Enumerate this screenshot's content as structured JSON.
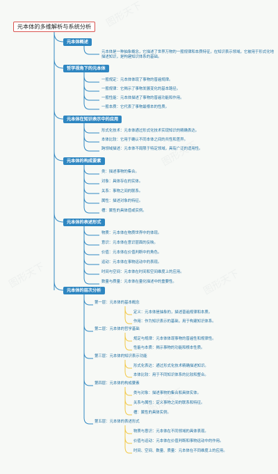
{
  "title": "元本体的多维解析与系统分析",
  "watermark": "图形天下",
  "colors": {
    "line": "#2e86c1",
    "sub_line": "#f2c744",
    "title_border": "#d9534f",
    "text": "#2472a4"
  },
  "sections": [
    {
      "label": "元本体概述",
      "items": [
        "元本体是一种抽象概念，它描述了世界万物的一般规律和本质特征，在知识表示领域，它被用于形式化地描述知识，是构建知识体系的基础。"
      ]
    },
    {
      "label": "哲学视角下的元本体",
      "items": [
        "一般规定：元本体体现了事物的普遍规律。",
        "一般规律：它揭示了事物发展变化的基本路径。",
        "一般性能：元本体描述了事物的普遍功能和作用。",
        "一般本质：它代表了事物最根本的性质。"
      ]
    },
    {
      "label": "元本体在知识表示中的应用",
      "items": [
        "形式化技术：元本体通过形式化技术实现知识的精确表达。",
        "本体比较：它用于确认不同本体之间的共性和差异。",
        "跨领域描述：元本体不局限于特定领域，具有广泛的适用性。"
      ]
    },
    {
      "label": "元本体的构成要素",
      "items": [
        "类：描述事物的集合。",
        "对象：具体存在的实体。",
        "关系：事物之间的联系。",
        "属性：描述对象的特征。",
        "槽：属性的具体值或实例。"
      ]
    },
    {
      "label": "元本体的表述形式",
      "items": [
        "物质：元本体在物质世界中的体现。",
        "意识：元本体在意识层面的反映。",
        "价值：元本体在价值判断中的角色。",
        "运动：元本体在事物运动中的表现。",
        "时间与空间：元本体在时间和空间维度上的应用。",
        "数量与质量：元本体在量化描述中的重要性。"
      ]
    },
    {
      "label": "元本体的层次分析",
      "subs": [
        {
          "label": "第一层：元本体的基本概念",
          "items": [
            "定义：元本体是抽象的，描述普遍规律和本质。",
            "作用：作为知识表示的基础，用于构建知识体系。"
          ]
        },
        {
          "label": "第二层：元本体的哲学基础",
          "items": [
            "规定与规律：元本体体现事物的普遍性和规律性。",
            "性能与本质：揭示事物的功能和根本性质。"
          ]
        },
        {
          "label": "第三层：元本体的知识表示功能",
          "items": [
            "形式化表达：通过形式化技术精确描述知识。",
            "本体比较：用于不同知识体系的比较和整合。"
          ]
        },
        {
          "label": "第四层：元本体的构成要素",
          "items": [
            "类与对象：描述事物的集合和具体实体。",
            "关系与属性：定义事物之间的联系和特征。",
            "槽：属性的具体实例。"
          ]
        },
        {
          "label": "第五层：元本体的表述形式",
          "items": [
            "物质与意识：元本体在不同领域的具体表现。",
            "价值与运动：元本体在价值判断和事物运动中的作用。",
            "时间、空间、数量、质量：元本体在不同维度上的应用。"
          ]
        }
      ]
    }
  ]
}
